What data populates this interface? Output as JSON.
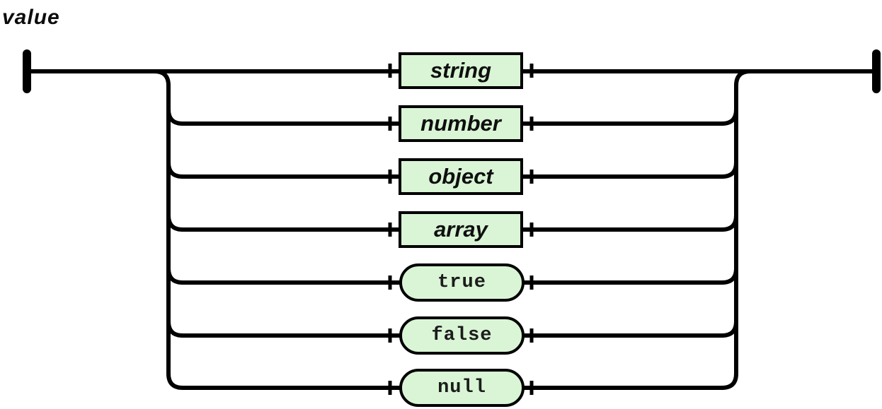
{
  "title": "value",
  "diagram": {
    "kind": "railroad-syntax-diagram",
    "rule_name": "value",
    "alternatives": [
      {
        "label": "string",
        "type": "nonterminal",
        "shape": "rectangle"
      },
      {
        "label": "number",
        "type": "nonterminal",
        "shape": "rectangle"
      },
      {
        "label": "object",
        "type": "nonterminal",
        "shape": "rectangle"
      },
      {
        "label": "array",
        "type": "nonterminal",
        "shape": "rectangle"
      },
      {
        "label": "true",
        "type": "terminal",
        "shape": "pill"
      },
      {
        "label": "false",
        "type": "terminal",
        "shape": "pill"
      },
      {
        "label": "null",
        "type": "terminal",
        "shape": "pill"
      }
    ],
    "colors": {
      "background": "#ffffff",
      "line": "#000000",
      "node_fill": "#d9f5d5",
      "node_border": "#000000",
      "text": "#0f0f0f"
    }
  }
}
